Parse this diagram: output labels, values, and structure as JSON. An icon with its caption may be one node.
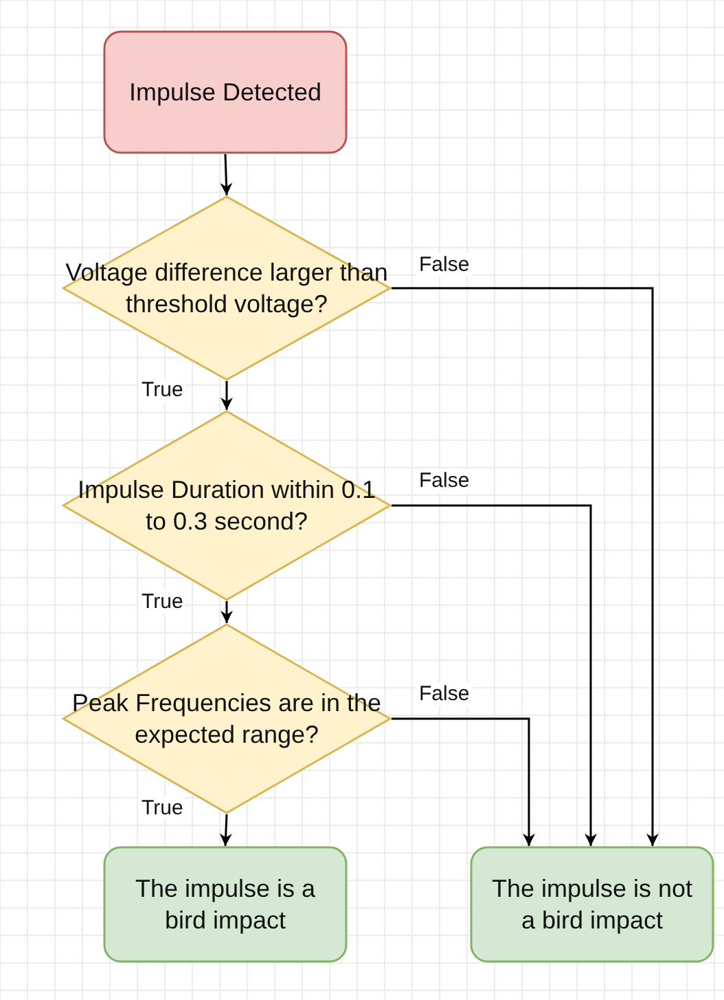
{
  "diagram": {
    "nodes": [
      {
        "text": [
          "Impulse Detected"
        ]
      },
      {
        "text": [
          "Voltage difference larger than threshold voltage?"
        ]
      },
      {
        "text": [
          "Impulse Duration within 0.1 to 0.3 second?"
        ]
      },
      {
        "text": [
          "Peak Frequencies are in the expected range?"
        ]
      },
      {
        "text": [
          "The impulse is a bird impact"
        ]
      },
      {
        "text": [
          "The impulse is not a bird impact"
        ]
      }
    ],
    "edges": [
      {
        "from": 0,
        "to": 1,
        "arrow": "to"
      },
      {
        "from": 1,
        "to": 5,
        "arrow": "to",
        "label": "False"
      },
      {
        "from": 1,
        "to": 2,
        "arrow": "to",
        "label": "True"
      },
      {
        "from": 2,
        "to": 5,
        "arrow": "to",
        "label": "False"
      },
      {
        "from": 2,
        "to": 3,
        "arrow": "to",
        "label": "True"
      },
      {
        "from": 3,
        "to": 5,
        "arrow": "to",
        "label": "False"
      },
      {
        "from": 3,
        "to": 4,
        "arrow": "to",
        "label": "True"
      }
    ]
  }
}
